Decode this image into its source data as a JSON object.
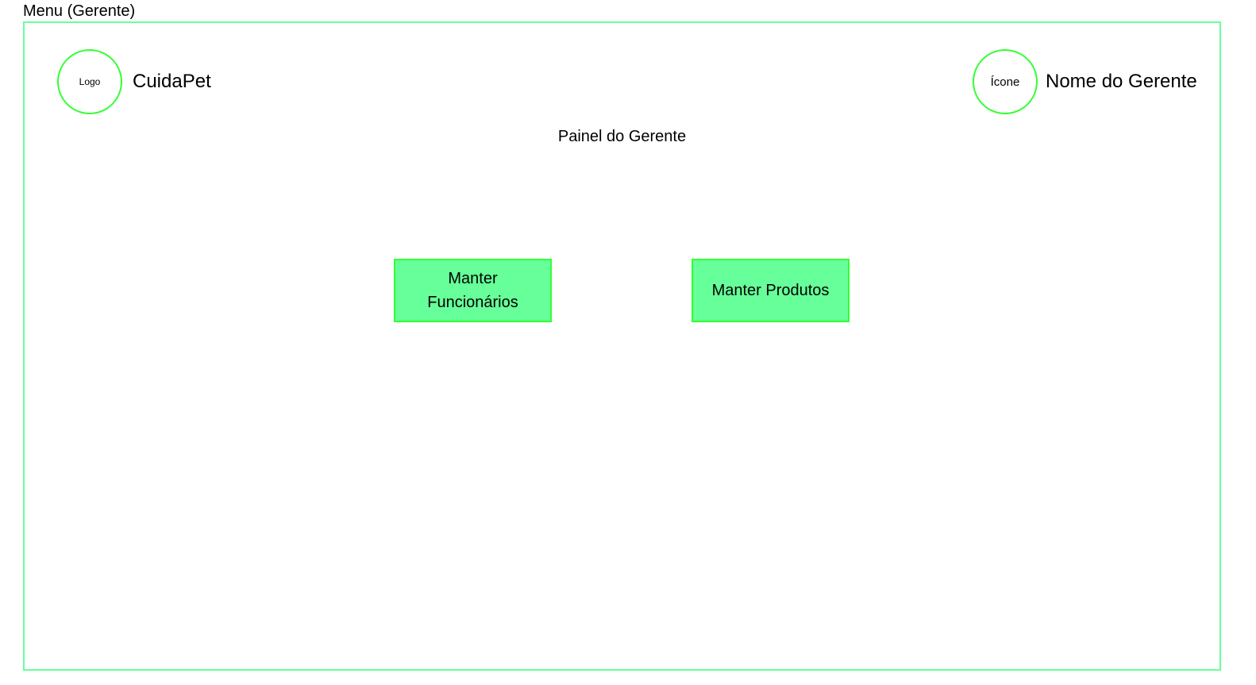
{
  "frame": {
    "label": "Menu (Gerente)"
  },
  "header": {
    "logo_text": "Logo",
    "brand_name": "CuidaPet",
    "user_icon_text": "Ícone",
    "user_name": "Nome do Gerente"
  },
  "main": {
    "title": "Painel do Gerente",
    "actions": [
      {
        "label": "Manter Funcionários"
      },
      {
        "label": "Manter Produtos"
      }
    ]
  },
  "colors": {
    "frame_border": "#66ff99",
    "button_fill": "#66ff99",
    "button_border": "#33ff33",
    "circle_border": "#33ff33"
  }
}
